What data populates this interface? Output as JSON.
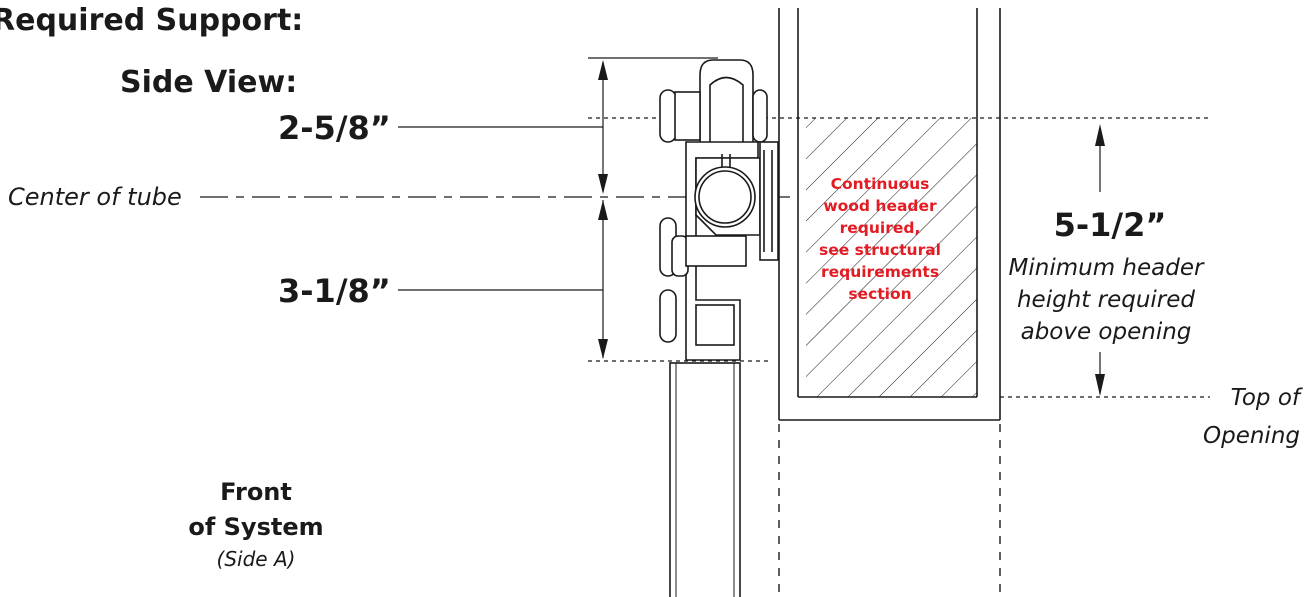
{
  "title": "Required Support:",
  "view_title": "Side View:",
  "dimensions": {
    "top": "2-5/8”",
    "bottom": "3-1/8”",
    "header_height": "5-1/2”"
  },
  "labels": {
    "center_of_tube": "Center of tube",
    "header_note_1": "Minimum header",
    "header_note_2": "height required",
    "header_note_3": "above opening",
    "top_of_opening_1": "Top of",
    "top_of_opening_2": "Opening",
    "front_1": "Front",
    "front_2": "of System",
    "side": "(Side A)"
  },
  "callout": {
    "line1": "Continuous",
    "line2": "wood header",
    "line3": "required,",
    "line4": "see structural",
    "line5": "requirements",
    "line6": "section"
  },
  "colors": {
    "callout": "#e31b23",
    "ink": "#1a1a1a"
  }
}
